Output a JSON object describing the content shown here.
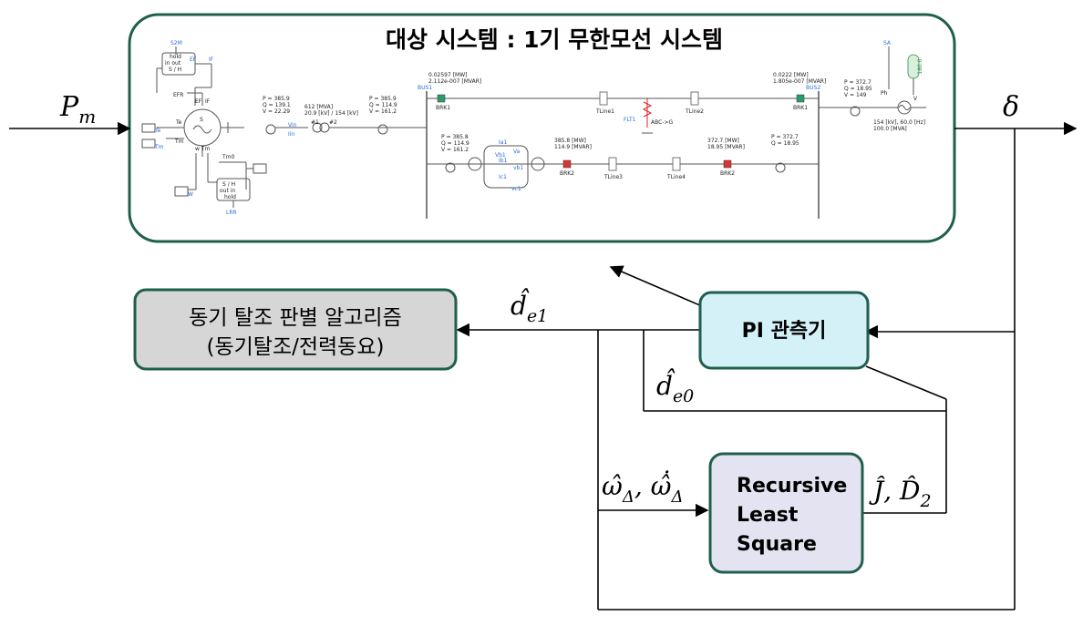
{
  "system": {
    "title": "대상 시스템 : 1기 무한모선 시스템",
    "border_color": "#1f5f4b"
  },
  "signals": {
    "pm_base": "P",
    "pm_sub": "m",
    "delta": "δ",
    "de1_base": "d̂",
    "de1_sub": "e1",
    "de0_base": "d̂",
    "de0_sub": "e0",
    "omega": "ω̂",
    "omega_sub": "Δ",
    "omegadot": "ω̂̇",
    "omegadot_sub": "Δ",
    "omega_sep": ", ",
    "jd_j": "Ĵ",
    "jd_sep": ", ",
    "jd_d": "D̂",
    "jd_sub": "2"
  },
  "blocks": {
    "pi_observer": {
      "label": "PI 관측기",
      "fill": "#d5f1f8",
      "stroke": "#1f5f4b"
    },
    "rls": {
      "line1": "Recursive",
      "line2": "Least",
      "line3": "Square",
      "fill": "#e3e3f1",
      "stroke": "#1f5f4b"
    },
    "oos": {
      "line1": "동기 탈조 판별 알고리즘",
      "line2": "(동기탈조/전력동요)",
      "fill": "#d6d6d6",
      "stroke": "#1f5f4b"
    }
  },
  "schematic": {
    "s2m": "S2M",
    "ef_top": "EF",
    "if_top": "IF",
    "hold_top": "hold",
    "in_out_top": "in    out",
    "sh_top": "S / H",
    "efr": "EFR",
    "ef_mid": "EF",
    "if_mid": "IF",
    "te": "Te",
    "tm": "Tm",
    "w_tm": "w  Tm",
    "tm0": "Tm0",
    "gen": "S",
    "te_src": "Te",
    "tm_src": "Tm",
    "w_src": "W",
    "sh_bot": "S / H",
    "out_in_bot": "out    in",
    "hold_bot": "hold",
    "lrr": "LRR",
    "meas1": "P = 385.9\nQ = 139.1\nV = 22.29",
    "vin": "Vin",
    "iin": "Iin",
    "xfmr": "612 [MVA]\n20.9 [kV] / 154 [kV]",
    "xfmr_w1": "#1",
    "xfmr_w2": "#2",
    "meas2": "P = 385.9\nQ = 114.9\nV = 161.2",
    "bus1_flow": "0.02597 [MW]\n2.112e-007 [MVAR]",
    "bus1": "BUS1",
    "brk1_left": "BRK1",
    "tline1": "TLine1",
    "tline2": "TLine2",
    "flt": "FLT1",
    "abc": "ABC->G",
    "bus2_flow": "0.0222 [MW]\n1.805e-007 [MVAR]",
    "bus2": "BUS2",
    "brk1_right": "BRK1",
    "meas3": "P = 385.8\nQ = 114.9\nV = 161.2",
    "ia1": "Ia1",
    "vb1": "Vb1",
    "va": "Va",
    "ib1": "Ib1",
    "vb1b": "vb1",
    "ic1": "Ic1",
    "vc1": "vc1",
    "flow2": "385.8 [MW]\n114.9 [MVAR]",
    "brk2_left": "BRK2",
    "tline3": "TLine3",
    "tline4": "TLine4",
    "flow3": "372.7 [MW]\n18.95 [MVAR]",
    "brk2_right": "BRK2",
    "meas4": "P = 372.7\nQ = 18.95",
    "meas5": "P = 372.7\nQ = 18.95\nV = 149",
    "sa": "SA",
    "ph": "Ph",
    "v_lbl": "V",
    "v_thr": "180.0",
    "src": "154 [kV], 60.0 [Hz]\n100.0 [MVA]"
  }
}
